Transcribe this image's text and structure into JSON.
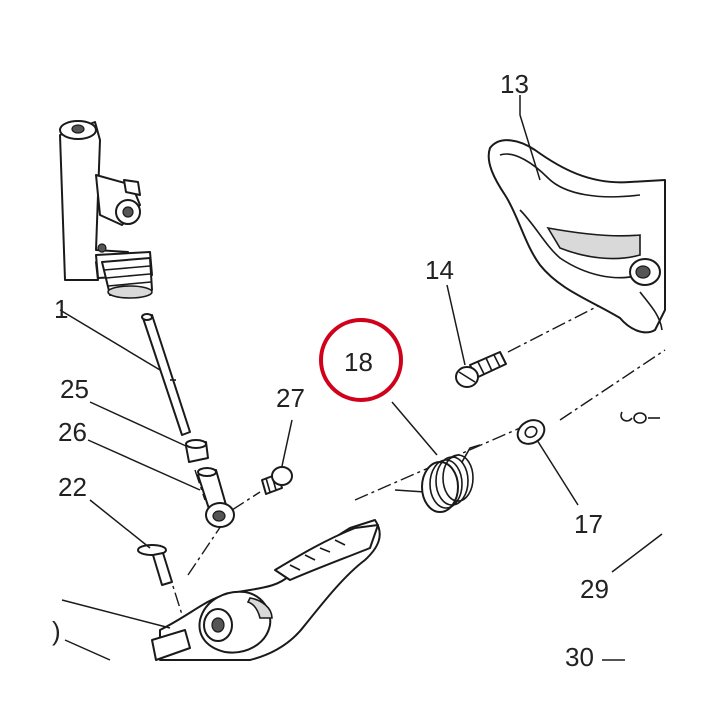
{
  "callouts": {
    "c13": "13",
    "c14": "14",
    "c18": "18",
    "c17": "17",
    "c25": "25",
    "c26": "26",
    "c22": "22",
    "c27": "27",
    "c29": "29",
    "c30": "30",
    "c_left_partial": "1",
    "c_left_partial_2": ")"
  },
  "highlight": {
    "label": "18",
    "color": "#d0021b"
  }
}
